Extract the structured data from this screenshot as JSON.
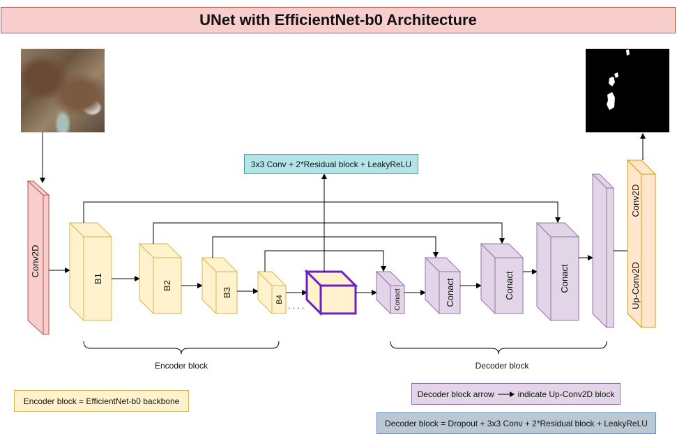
{
  "title": "UNet with EfficientNet-b0 Architecture",
  "input_label": "Conv2D",
  "encoder": {
    "blocks": [
      "B1",
      "B2",
      "B3",
      "B4"
    ],
    "ellipsis": ". . . .",
    "caption": "Encoder block"
  },
  "decoder": {
    "blocks": [
      "Conact",
      "Conact",
      "Conact",
      "Conact"
    ],
    "caption": "Decoder block"
  },
  "output_labels": [
    "Conv2D",
    "Up-Conv2D"
  ],
  "legends": {
    "conv": "3x3 Conv + 2*Residual block + LeakyReLU",
    "encoder": "Encoder block = EfficientNet-b0 backbone",
    "decoder_arrow_prefix": "Decoder block arrow",
    "decoder_arrow_suffix": "indicate Up-Conv2D block",
    "decoder": "Decoder block = Dropout + 3x3 Conv + 2*Residual block + LeakyReLU"
  },
  "colors": {
    "title_bg": "#f8cecc",
    "encoder_fill": "#fff2cc",
    "encoder_stroke": "#d6b656",
    "decoder_fill": "#e1d5e7",
    "decoder_stroke": "#9673a6",
    "bottleneck_stroke": "#6a1fc2",
    "conv_fill": "#f8cecc",
    "conv_stroke": "#b85450",
    "output_fill": "#ffe6cc",
    "output_stroke": "#d79b00"
  }
}
